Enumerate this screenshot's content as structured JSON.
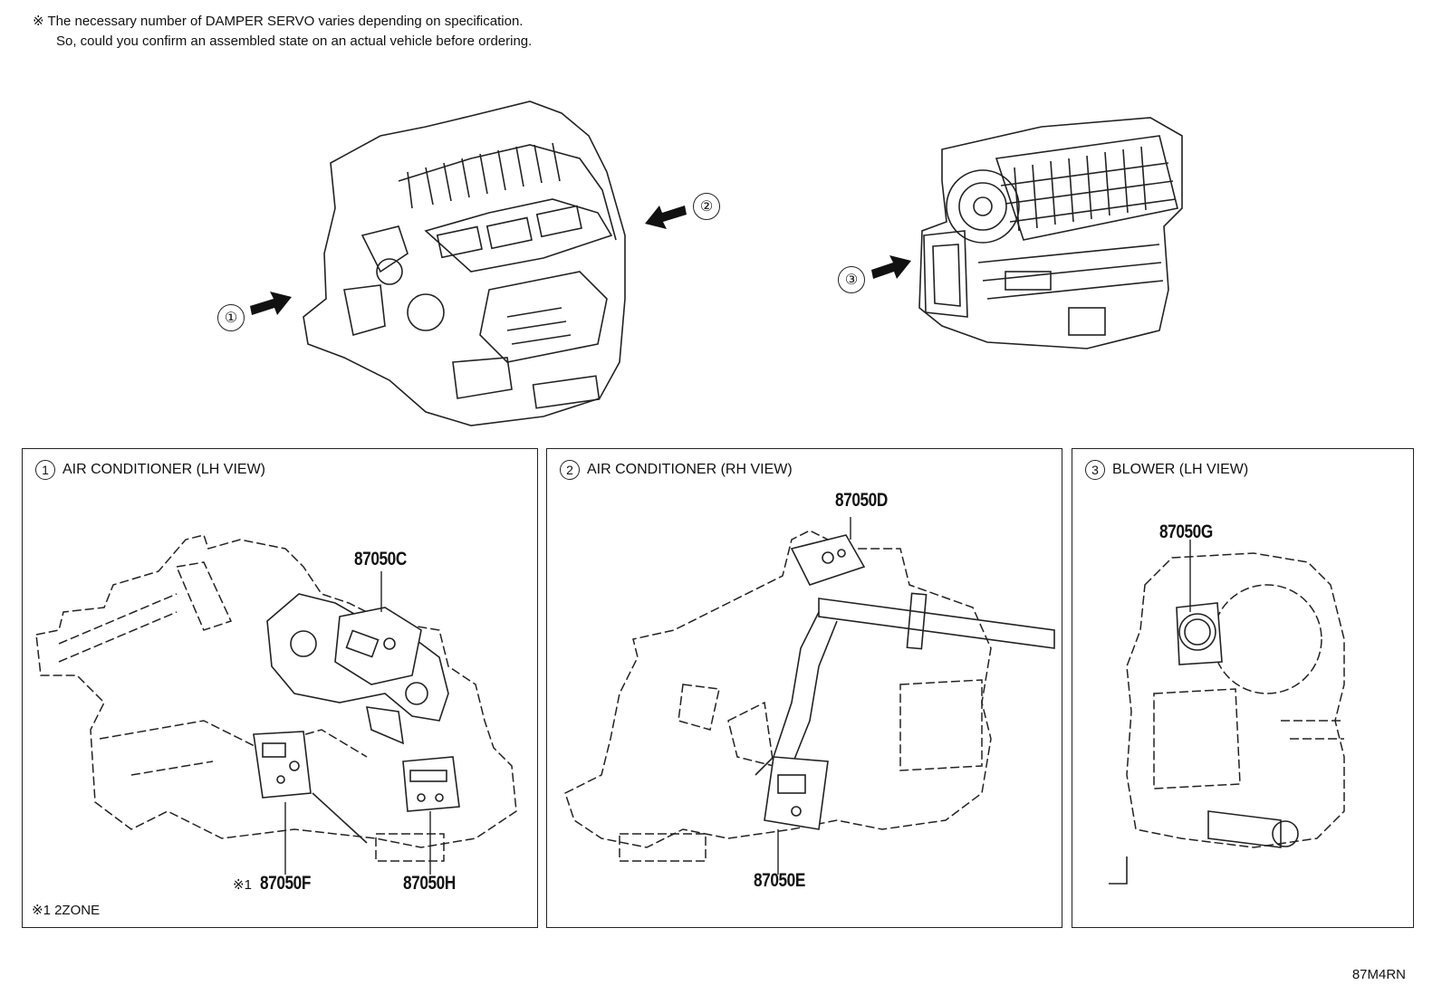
{
  "notes": {
    "line1": "※ The necessary number of DAMPER SERVO varies depending on specification.",
    "line2": "So, could you confirm an assembled state on an actual vehicle before ordering."
  },
  "callouts": [
    "①",
    "②",
    "③"
  ],
  "panels": [
    {
      "num": "1",
      "title": "AIR CONDITIONER (LH VIEW)"
    },
    {
      "num": "2",
      "title": "AIR CONDITIONER (RH VIEW)"
    },
    {
      "num": "3",
      "title": "BLOWER (LH VIEW)"
    }
  ],
  "parts": {
    "c": "87050C",
    "f": "87050F",
    "f_mark": "※1",
    "h": "87050H",
    "d": "87050D",
    "e": "87050E",
    "g": "87050G"
  },
  "footnote": "※1 2ZONE",
  "diagram_code": "87M4RN"
}
